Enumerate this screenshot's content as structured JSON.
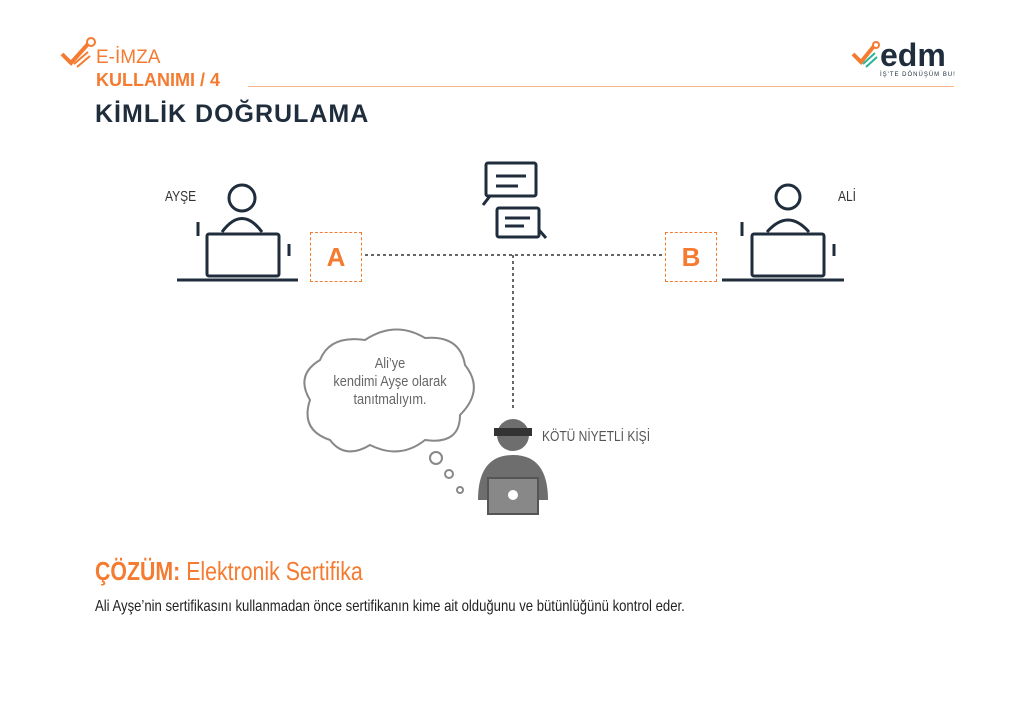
{
  "header": {
    "line1": "E-İMZA",
    "line2": "KULLANIMI / 4",
    "title": "KİMLİK DOĞRULAMA"
  },
  "logo": {
    "name": "edm",
    "tagline": "İŞ'TE DÖNÜŞÜM BU!"
  },
  "diagram": {
    "person_a": "AYŞE",
    "person_b": "ALİ",
    "box_a": "A",
    "box_b": "B",
    "attacker": "KÖTÜ NİYETLİ KİŞİ",
    "thought": [
      "Ali’ye",
      "kendimi Ayşe olarak",
      "tanıtmalıyım."
    ]
  },
  "solution": {
    "label": "ÇÖZÜM:",
    "title": "Elektronik Sertifika",
    "description": "Ali Ayşe’nin sertifikasını kullanmadan önce sertifikanın kime ait olduğunu ve bütünlüğünü kontrol eder."
  },
  "colors": {
    "accent": "#f47b30",
    "dark": "#1f2d3d"
  }
}
